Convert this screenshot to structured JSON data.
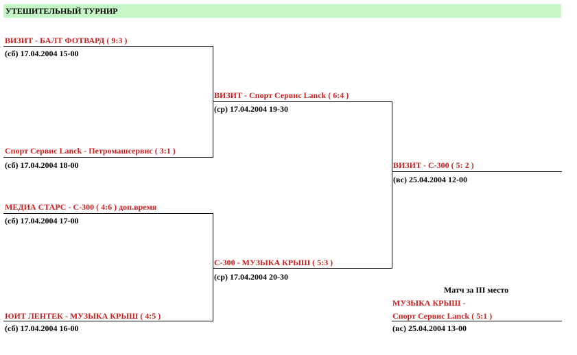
{
  "header": {
    "title": "УТЕШИТЕЛЬНЫЙ ТУРНИР"
  },
  "round1": [
    {
      "match": "ВИЗИТ - БАЛТ ФОТВАРД  ( 9:3 )",
      "date": "(сб) 17.04.2004 15-00"
    },
    {
      "match": "Спорт Сервис Lanck - Петромашсервис  ( 3:1 )",
      "date": "(сб) 17.04.2004 18-00"
    },
    {
      "match": "МЕДИА СТАРС - С-300 ( 4:6 ) доп.время",
      "date": "(сб) 17.04.2004 17-00"
    },
    {
      "match": "ЮИТ ЛЕНТЕК - МУЗЫКА КРЫШ ( 4:5 )",
      "date": "(сб) 17.04.2004 16-00"
    }
  ],
  "round2": [
    {
      "match": "ВИЗИТ -  Спорт Сервис Lanck ( 6:4 )",
      "date": "(ср) 17.04.2004 19-30"
    },
    {
      "match": "С-300 - МУЗЫКА КРЫШ ( 5:3 )",
      "date": "(ср) 17.04.2004 20-30"
    }
  ],
  "final": {
    "match": "ВИЗИТ - С-300  ( 5: 2 )",
    "date": "(вс) 25.04.2004 12-00"
  },
  "third_place": {
    "title": "Матч за III место",
    "line1": "МУЗЫКА КРЫШ -",
    "line2": "Спорт Сервис Lanck ( 5:1 )",
    "date": "(вс) 25.04.2004 13-00"
  }
}
